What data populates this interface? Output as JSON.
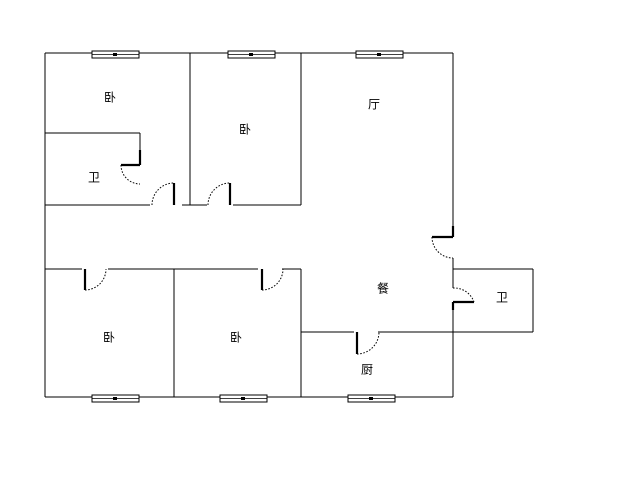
{
  "rooms": {
    "bedroom_top_left": "卧",
    "bedroom_top_middle": "卧",
    "living_room": "厅",
    "bathroom_left": "卫",
    "dining": "餐",
    "bathroom_right": "卫",
    "bedroom_bottom_left": "卧",
    "bedroom_bottom_middle": "卧",
    "kitchen": "厨"
  }
}
